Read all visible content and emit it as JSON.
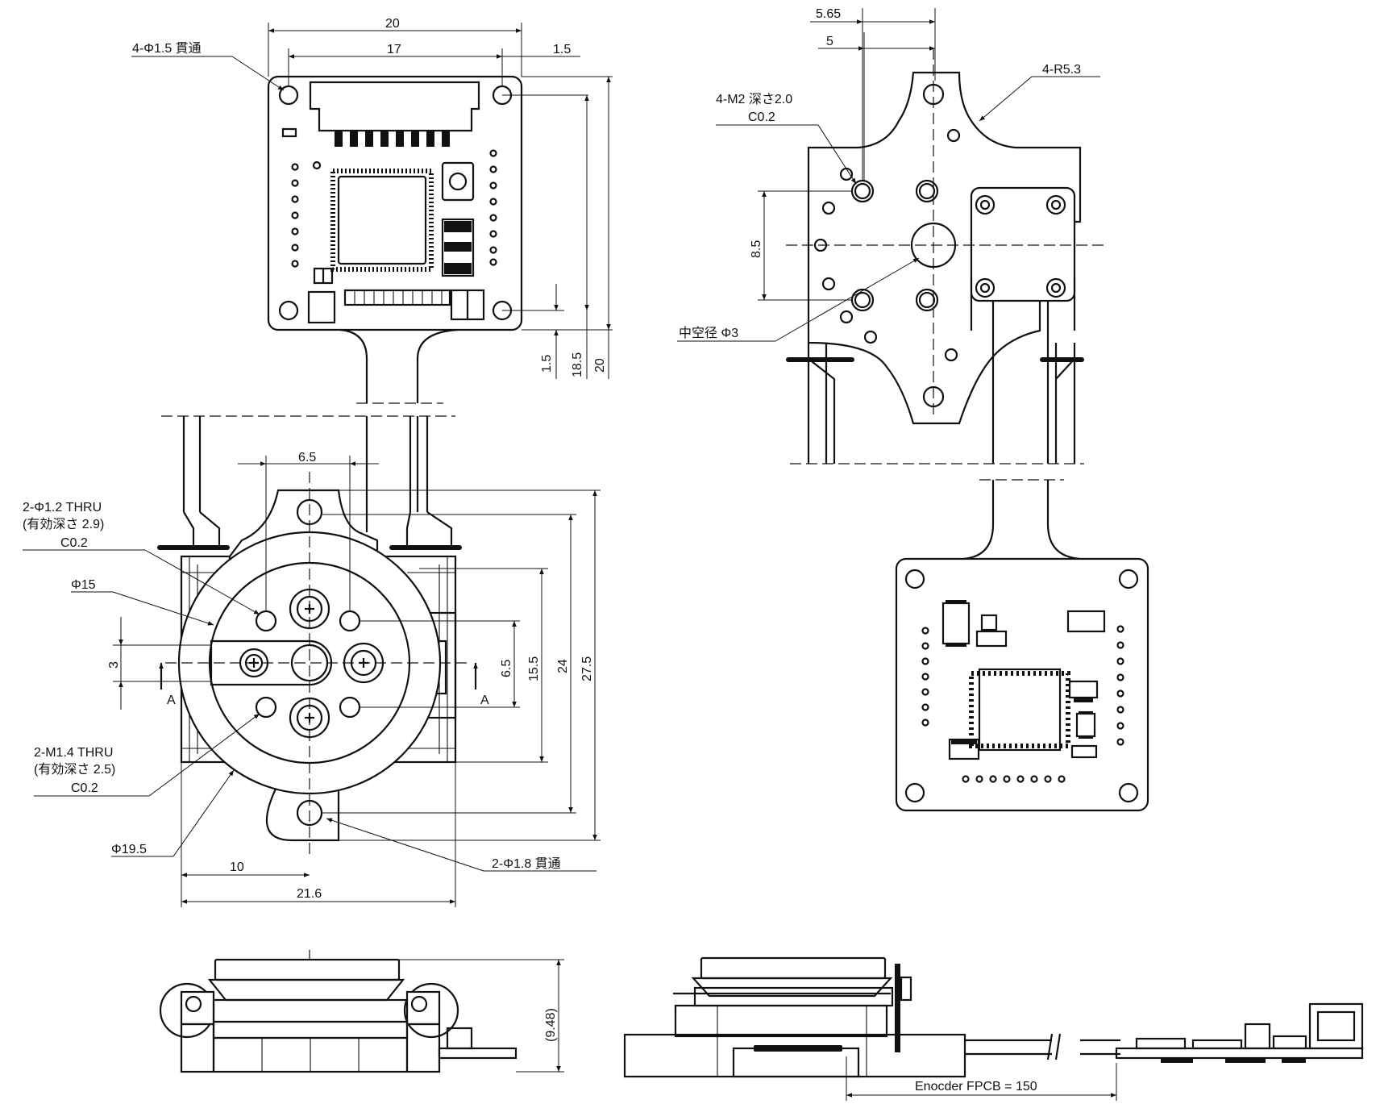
{
  "top_pcb": {
    "dim_width_outer": "20",
    "dim_width_holes": "17",
    "dim_edge": "1.5",
    "dim_hole_callout": "4-Φ1.5 貫通",
    "dim_v_edge": "1.5",
    "dim_v_holes": "18.5",
    "dim_v_outer": "20"
  },
  "front_view": {
    "dim_top_holes": "6.5",
    "dim_left_3": "3",
    "section_mark_left": "A",
    "section_mark_right": "A",
    "dim_v_6_5": "6.5",
    "dim_v_15_5": "15.5",
    "dim_v_24": "24",
    "dim_v_27_5": "27.5",
    "dim_bottom_10": "10",
    "dim_bottom_21_6": "21.6",
    "callout_thru_1": [
      "2-Φ1.2 THRU",
      "(有効深さ 2.9)",
      "C0.2"
    ],
    "callout_d15": "Φ15",
    "callout_thru_2": [
      "2-M1.4 THRU",
      "(有効深さ 2.5)",
      "C0.2"
    ],
    "callout_d19_5": "Φ19.5",
    "callout_d1_8": "2-Φ1.8 貫通"
  },
  "rear_view": {
    "dim_5_65": "5.65",
    "dim_5": "5",
    "callout_r": "4-R5.3",
    "callout_m2": [
      "4-M2 深さ2.0",
      "C0.2"
    ],
    "dim_v_8_5": "8.5",
    "callout_hollow": "中空径 Φ3"
  },
  "side_view": {
    "dim_height": "(9.48)"
  },
  "side_view_2": {
    "dim_fpcb": "Enocder FPCB = 150"
  }
}
